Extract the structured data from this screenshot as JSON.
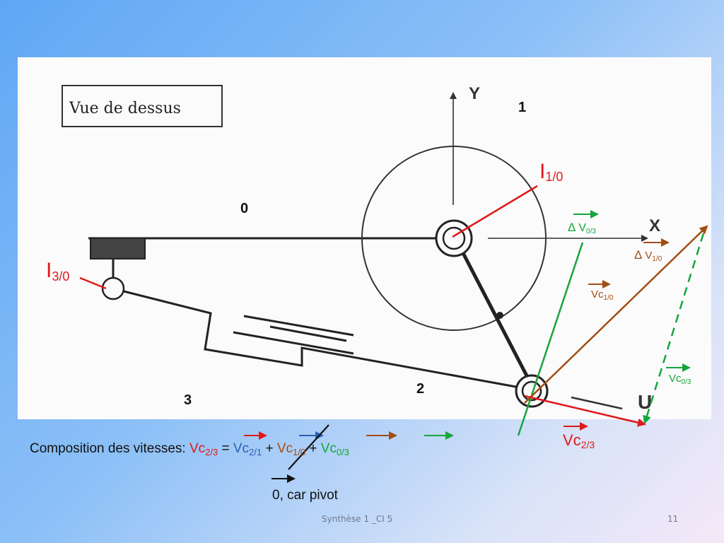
{
  "diagram": {
    "view_label": "Vue de dessus",
    "axis_x": "X",
    "axis_y": "Y",
    "part_labels": [
      "1",
      "0",
      "2",
      "3"
    ],
    "point_I10": {
      "letter": "I",
      "sub": "1/0"
    },
    "point_I30": {
      "letter": "I",
      "sub": "3/0"
    },
    "delta_v03": {
      "prefix": "Δ",
      "letter": "V",
      "sub": "0/3"
    },
    "delta_v10": {
      "prefix": "Δ",
      "letter": "V",
      "sub": "1/0"
    },
    "vc10": {
      "letter": "Vc",
      "sub": "1/0"
    },
    "vc03": {
      "letter": "Vc",
      "sub": "0/3"
    },
    "vc23": {
      "letter": "Vc",
      "sub": "2/3"
    },
    "letter_u": "U",
    "colors": {
      "red": "#e01919",
      "blue": "#2b5fb0",
      "brown": "#a24d12",
      "green": "#14a63a",
      "ink": "#222222"
    }
  },
  "equation": {
    "intro": "Composition des vitesses: ",
    "lhs": {
      "letter": "Vc",
      "sub": "2/3"
    },
    "eq": " = ",
    "t1": {
      "letter": "Vc",
      "sub": "2/1"
    },
    "plus1": " + ",
    "t2": {
      "letter": "Vc",
      "sub": "1/0"
    },
    "plus2": " + ",
    "t3": {
      "letter": "Vc",
      "sub": "0/3"
    }
  },
  "pivot_note": "0, car pivot",
  "footer": {
    "text": "Synthèse 1 _CI 5",
    "page": "11"
  }
}
